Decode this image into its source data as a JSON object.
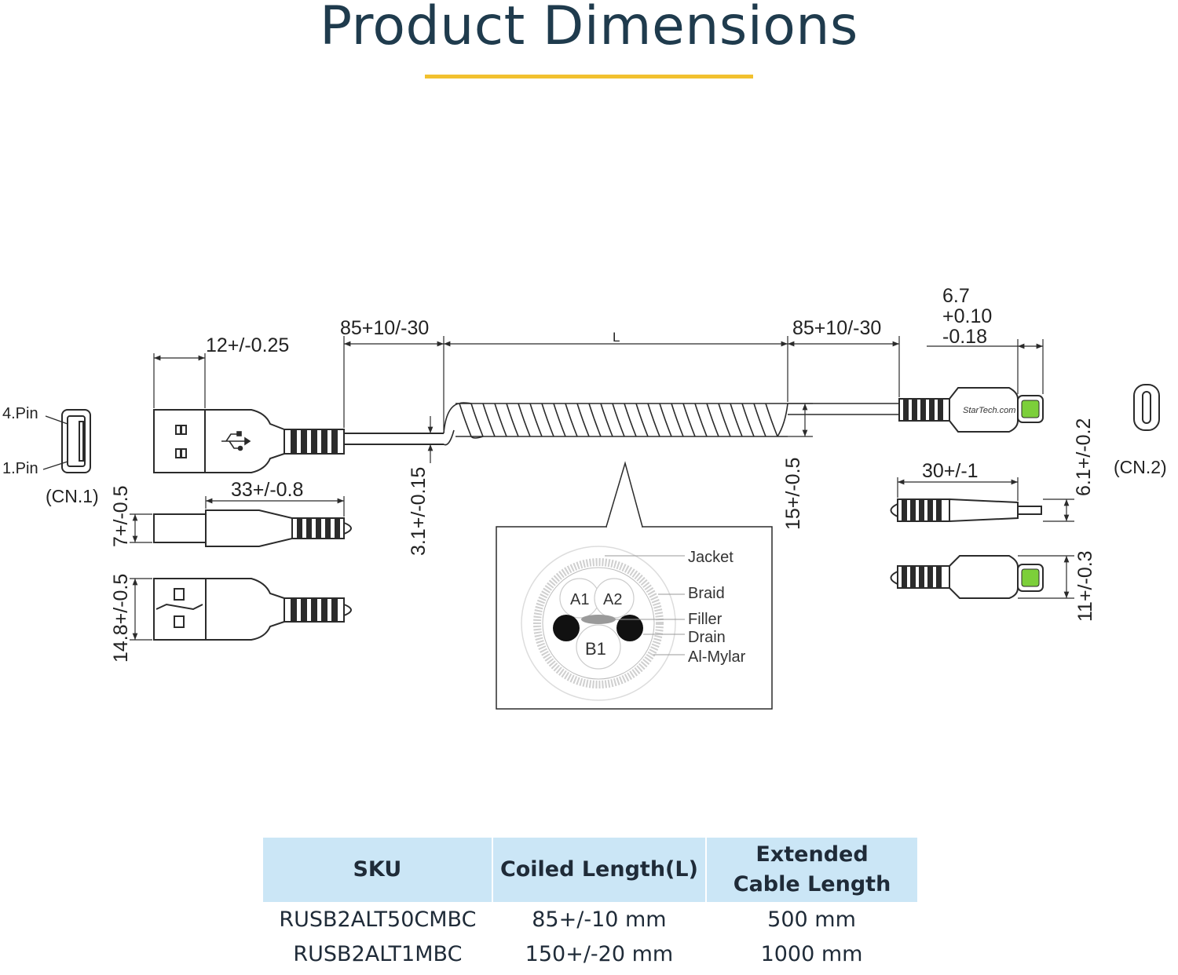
{
  "title": "Product Dimensions",
  "colors": {
    "title": "#1f3b4d",
    "accent_underline": "#f2c12e",
    "table_header_bg": "#cbe6f6",
    "line": "#2b2b2b",
    "lightning_contacts": "#7ccf3a"
  },
  "connectors": {
    "cn1": {
      "label": "(CN.1)",
      "pin4": "4.Pin",
      "pin1": "1.Pin"
    },
    "cn2": {
      "label": "(CN.2)"
    }
  },
  "dimensions": {
    "usb_plug_length": "12+/-0.25",
    "left_straight": "85+10/-30",
    "coil_length": "L",
    "right_straight": "85+10/-30",
    "lightning_tip_line1": "6.7",
    "lightning_tip_line2": "+0.10",
    "lightning_tip_line3": "-0.18",
    "usb_side_length": "33+/-0.8",
    "usb_side_thickness": "7+/-0.5",
    "usb_width": "14.8+/-0.5",
    "cable_diameter": "3.1+/-0.15",
    "coil_diameter": "15+/-0.5",
    "lightning_side_length": "30+/-1",
    "lightning_side_thickness": "6.1+/-0.2",
    "lightning_width": "11+/-0.3"
  },
  "cross_section": {
    "conductors": [
      "A1",
      "A2",
      "B1"
    ],
    "layers": [
      "Jacket",
      "Braid",
      "Filler",
      "Drain",
      "Al-Mylar"
    ]
  },
  "brand_mark": "StarTech.com",
  "table": {
    "headers": [
      "SKU",
      "Coiled Length(L)",
      "Extended\nCable Length"
    ],
    "header_line2": "Cable Length",
    "header_line1": "Extended",
    "rows": [
      [
        "RUSB2ALT50CMBC",
        "85+/-10 mm",
        "500 mm"
      ],
      [
        "RUSB2ALT1MBC",
        "150+/-20 mm",
        "1000 mm"
      ]
    ]
  }
}
